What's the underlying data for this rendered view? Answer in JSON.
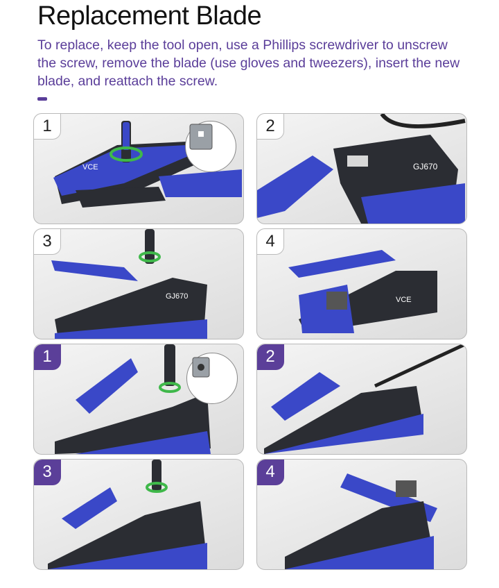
{
  "header": {
    "title": "Replacement Blade",
    "description": "To replace, keep the tool open, use a Phillips screwdriver to unscrew the screw, remove the blade (use gloves and tweezers), insert the new blade, and reattach the screw."
  },
  "steps": [
    {
      "number": "1",
      "style": "white"
    },
    {
      "number": "2",
      "style": "white"
    },
    {
      "number": "3",
      "style": "white"
    },
    {
      "number": "4",
      "style": "white"
    },
    {
      "number": "1",
      "style": "purple"
    },
    {
      "number": "2",
      "style": "purple"
    },
    {
      "number": "3",
      "style": "purple"
    },
    {
      "number": "4",
      "style": "purple"
    }
  ],
  "colors": {
    "accent_purple": "#5b3f99",
    "tool_blue": "#3a48c8",
    "tool_dark": "#2b2d33",
    "arrow_green": "#3fb84a"
  },
  "tool_labels": {
    "model": "GJ670",
    "brand": "VCE"
  }
}
